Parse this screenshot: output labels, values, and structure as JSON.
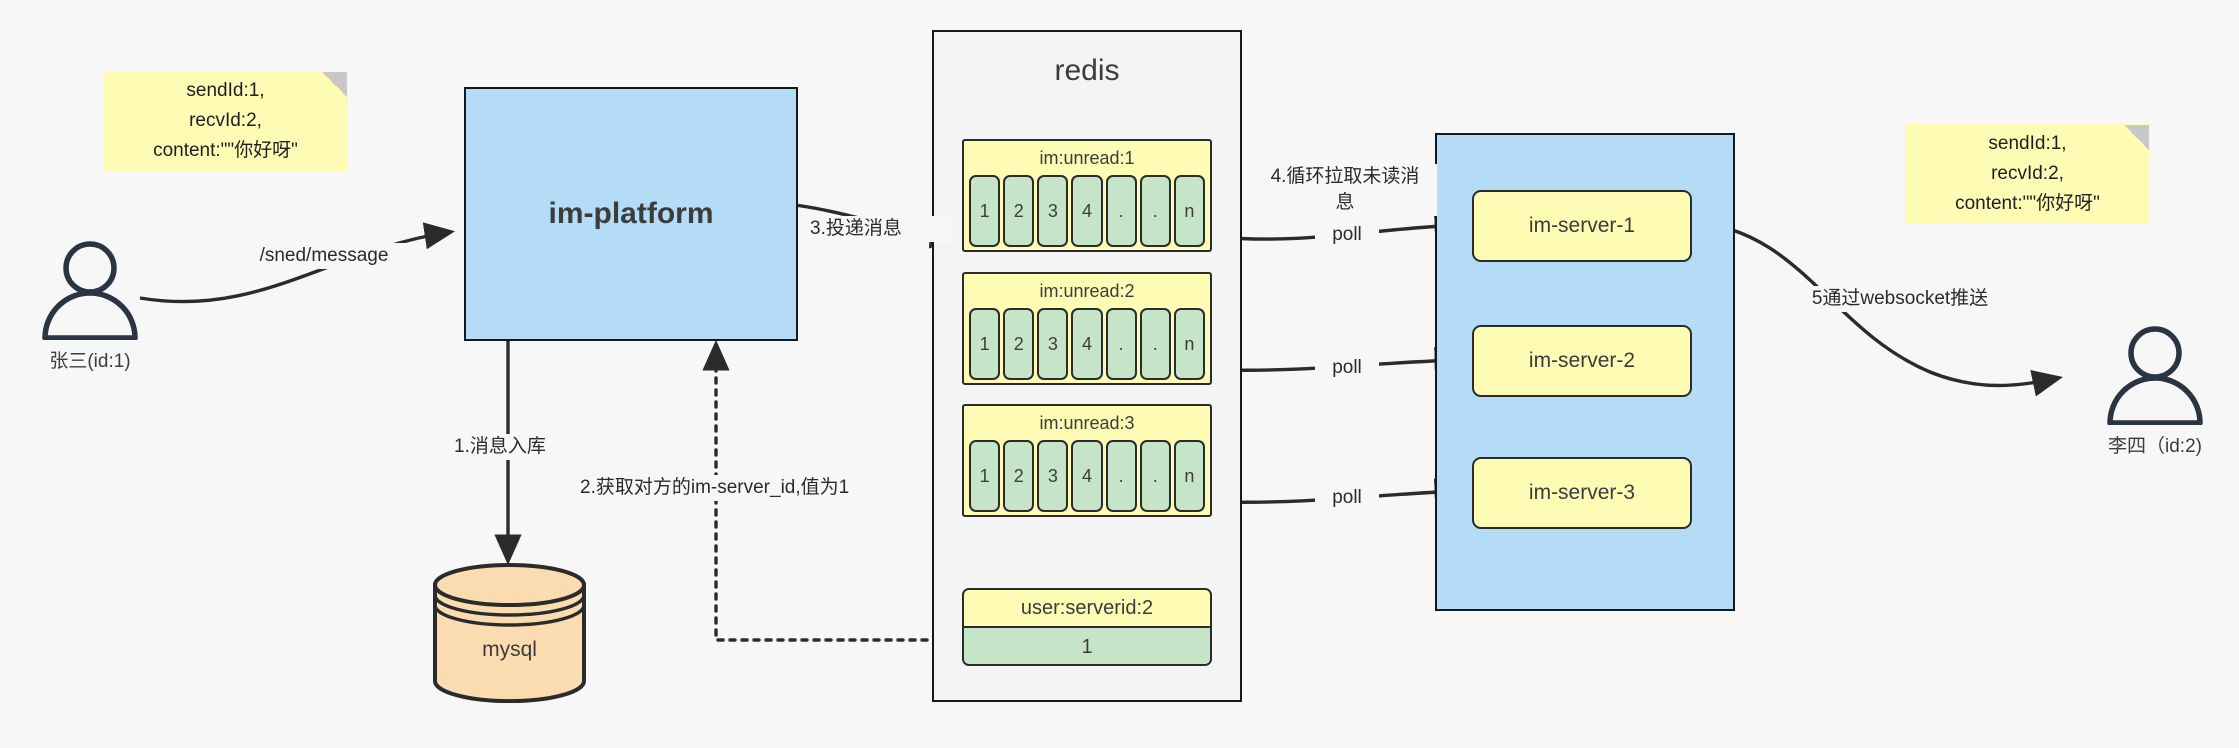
{
  "diagram": {
    "title": "IM message delivery architecture",
    "colors": {
      "note_yellow": "#fdfbb4",
      "box_blue": "#b5dcf7",
      "cell_green": "#c6e5c8",
      "db_orange": "#fbdcb0",
      "group_grey": "#f4f4f4",
      "stroke": "#2b2b2b",
      "background": "#f7f7f7"
    }
  },
  "notes": {
    "left": "sendId:1,\nrecvId:2,\ncontent:\"\"你好呀\"",
    "right": "sendId:1,\nrecvId:2,\ncontent:\"\"你好呀\""
  },
  "actors": {
    "sender": {
      "label": "张三(id:1)",
      "icon": "user-icon"
    },
    "receiver": {
      "label": "李四（id:2)",
      "icon": "user-icon"
    }
  },
  "nodes": {
    "platform": {
      "label": "im-platform"
    },
    "database": {
      "label": "mysql"
    },
    "redis": {
      "label": "redis"
    },
    "server_group": {
      "label": ""
    }
  },
  "redis": {
    "title": "redis",
    "keys": [
      {
        "name": "im:unread:1",
        "cells": [
          "1",
          "2",
          "3",
          "4",
          ".",
          ".",
          "n"
        ]
      },
      {
        "name": "im:unread:2",
        "cells": [
          "1",
          "2",
          "3",
          "4",
          ".",
          ".",
          "n"
        ]
      },
      {
        "name": "im:unread:3",
        "cells": [
          "1",
          "2",
          "3",
          "4",
          ".",
          ".",
          "n"
        ]
      }
    ],
    "kv": {
      "key": "user:serverid:2",
      "value": "1"
    }
  },
  "servers": [
    {
      "label": "im-server-1"
    },
    {
      "label": "im-server-2"
    },
    {
      "label": "im-server-3"
    }
  ],
  "edges": {
    "send_message": "/sned/message",
    "step1": "1.消息入库",
    "step2": "2.获取对方的im-server_id,值为1",
    "step3": "3.投递消息",
    "step4": "4.循环拉取未读消\n息",
    "poll1": "poll",
    "poll2": "poll",
    "poll3": "poll",
    "step5": "5通过websocket推送"
  }
}
